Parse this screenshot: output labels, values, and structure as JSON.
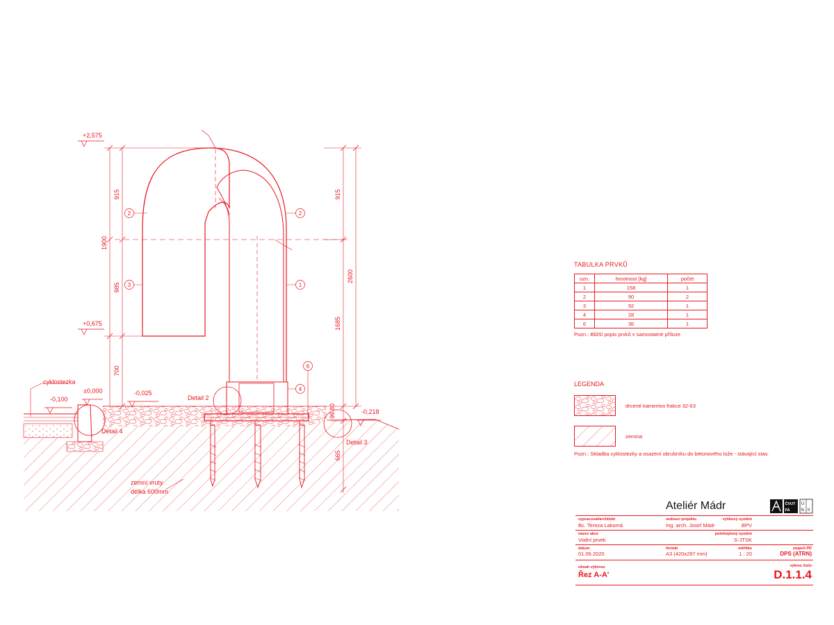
{
  "drawing": {
    "levels": {
      "top": "+2,575",
      "mid": "+0,675",
      "zero": "±0,000",
      "minus025": "-0,025",
      "minus100": "-0,100",
      "minus218": "-0,218"
    },
    "dims_left": {
      "d915": "915",
      "d1900": "1900",
      "d985": "985",
      "d700": "700"
    },
    "dims_right": {
      "d915": "915",
      "d2600": "2600",
      "d1685": "1685",
      "d665": "665",
      "d96": "96",
      "d80": "80"
    },
    "markers": {
      "m1": "1",
      "m2a": "2",
      "m2b": "2",
      "m3": "3",
      "m4": "4",
      "m6": "6"
    },
    "labels": {
      "cyklostezka": "cyklostezka",
      "detail2": "Detail 2",
      "detail3": "Detail 3",
      "detail4": "Detail 4",
      "screws_line1": "zemní vruty",
      "screws_line2": "délka 600mm"
    }
  },
  "elements_table": {
    "title": "TABULKA PRVKŮ",
    "headers": [
      "ozn.",
      "hmotnost [kg]",
      "počet"
    ],
    "rows": [
      [
        "1",
        "158",
        "1"
      ],
      [
        "2",
        "90",
        "2"
      ],
      [
        "3",
        "92",
        "1"
      ],
      [
        "4",
        "28",
        "1"
      ],
      [
        "6",
        "36",
        "1"
      ]
    ],
    "note": "Pozn.: Bližší popis prvků v samostatné příloze"
  },
  "legend": {
    "title": "LEGENDA",
    "items": [
      {
        "label": "drcené kamenivo frakce 32-63"
      },
      {
        "label": "zemina"
      }
    ],
    "note": "Pozn.: Skladba cyklostezky a osazení obrubníku do betonového lože - stávající stav."
  },
  "title_block": {
    "studio": "Ateliér Mádr",
    "logo_text": {
      "a": "ČVUT",
      "b": "FA",
      "c": "Ú",
      "d": "N",
      "e": "II"
    },
    "architect_label": "vypracoval/architekt",
    "architect": "Bc. Tereza Lakomá",
    "lead_label": "vedoucí projektu",
    "lead": "Ing. arch. Josef Mádr",
    "height_system_label": "výškový systém",
    "height_system": "BPV",
    "action_label": "název akce",
    "action": "Vodní prvek",
    "position_system_label": "polohopisný systém",
    "position_system": "S-JTSK",
    "date_label": "datum",
    "date": "01.06.2020",
    "format_label": "formát",
    "format": "A3 (420x297 mm)",
    "scale_label": "měřítko",
    "scale": "1 : 20",
    "stage_label": "stupeň PD",
    "stage": "DPS (ATRN)",
    "content_label": "obsah výkresu",
    "content": "Řez A-A'",
    "number_label": "výkres číslo",
    "number": "D.1.1.4"
  },
  "colors": {
    "line": "#e8161e",
    "studio_text": "#111111",
    "background": "#ffffff"
  }
}
